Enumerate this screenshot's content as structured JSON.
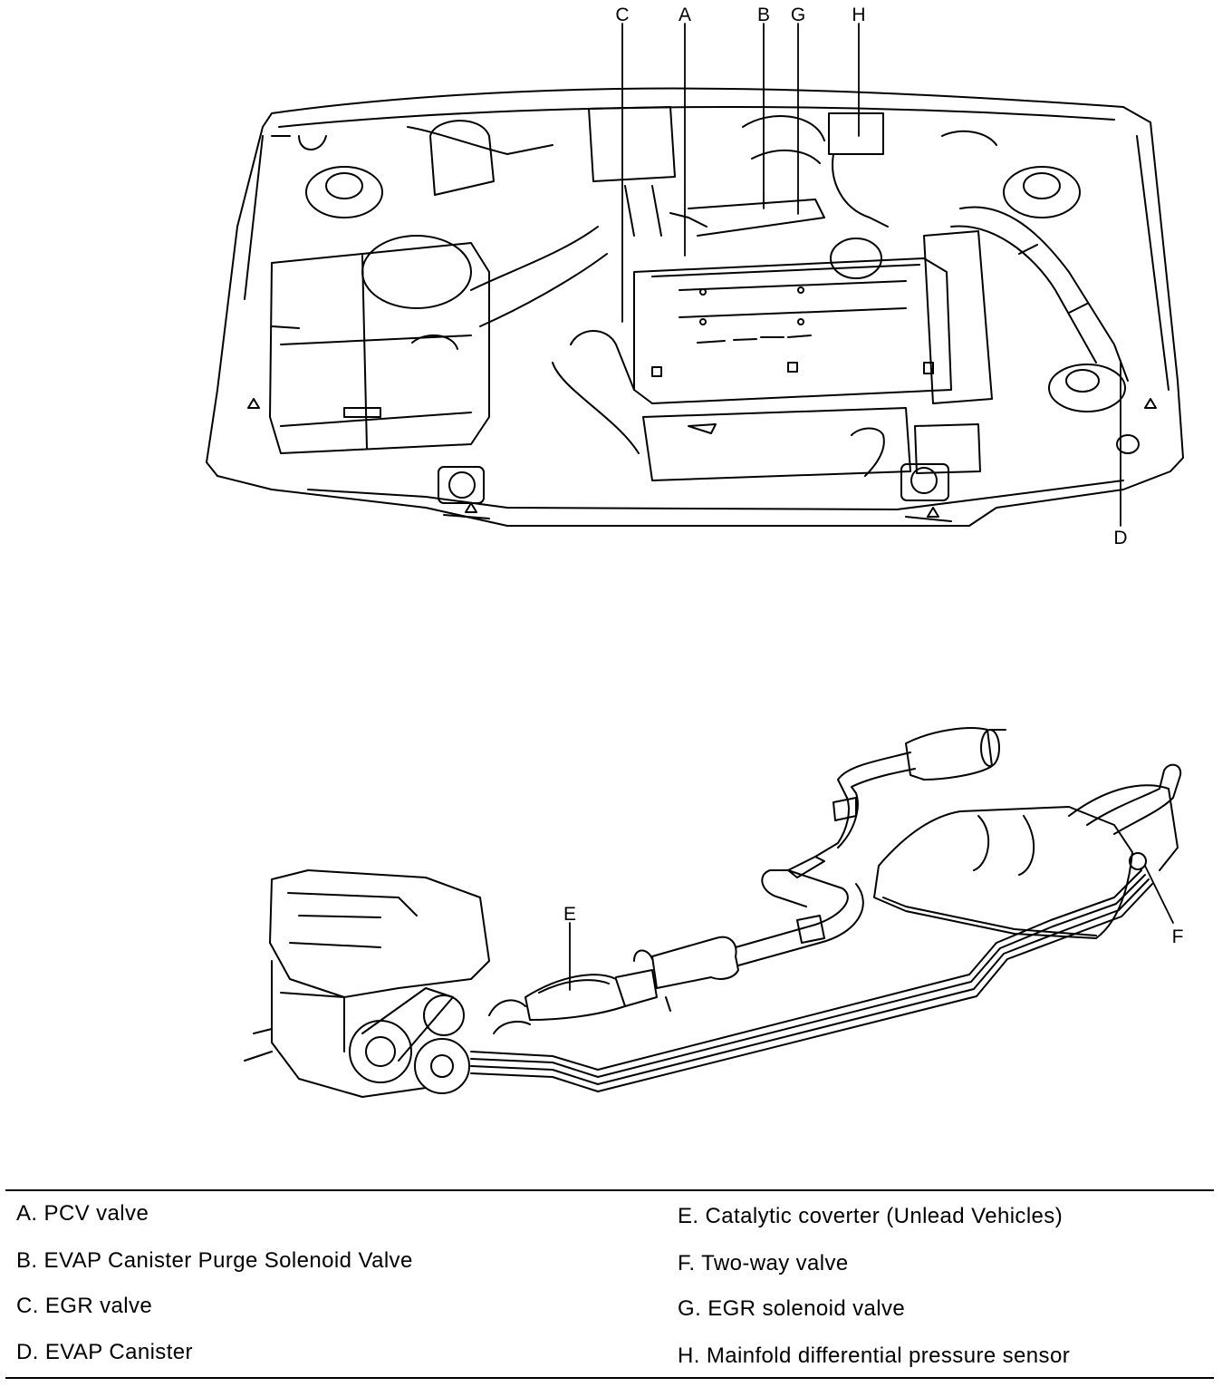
{
  "callouts": {
    "a": "A",
    "b": "B",
    "c": "C",
    "d": "D",
    "e": "E",
    "f": "F",
    "g": "G",
    "h": "H"
  },
  "legend": [
    "A. PCV valve",
    "B. EVAP Canister Purge Solenoid Valve",
    "C. EGR valve",
    "D. EVAP Canister",
    "E. Catalytic coverter (Unlead Vehicles)",
    "F. Two-way valve",
    "G. EGR solenoid valve",
    "H. Mainfold differential pressure sensor"
  ]
}
